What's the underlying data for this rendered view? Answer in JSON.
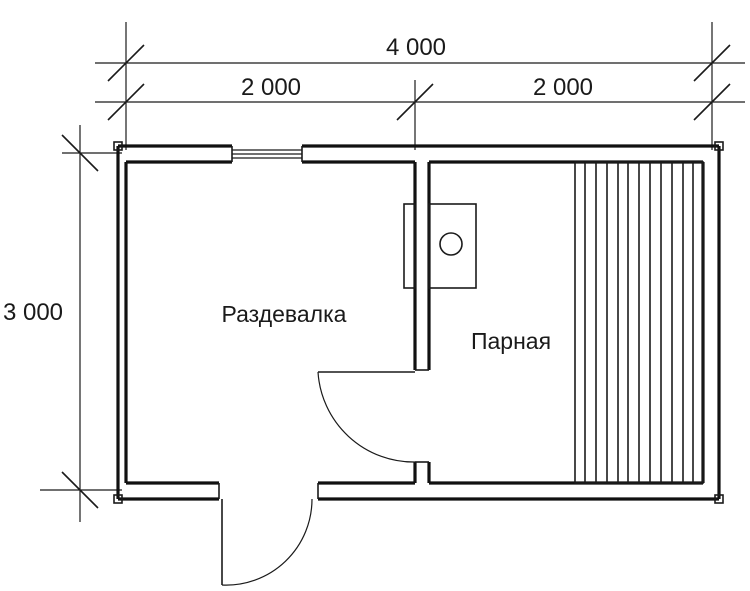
{
  "dimensions": {
    "total_width": "4 000",
    "left_width": "2 000",
    "right_width": "2 000",
    "height": "3 000"
  },
  "rooms": {
    "changing_room": "Раздевалка",
    "steam_room": "Парная"
  }
}
